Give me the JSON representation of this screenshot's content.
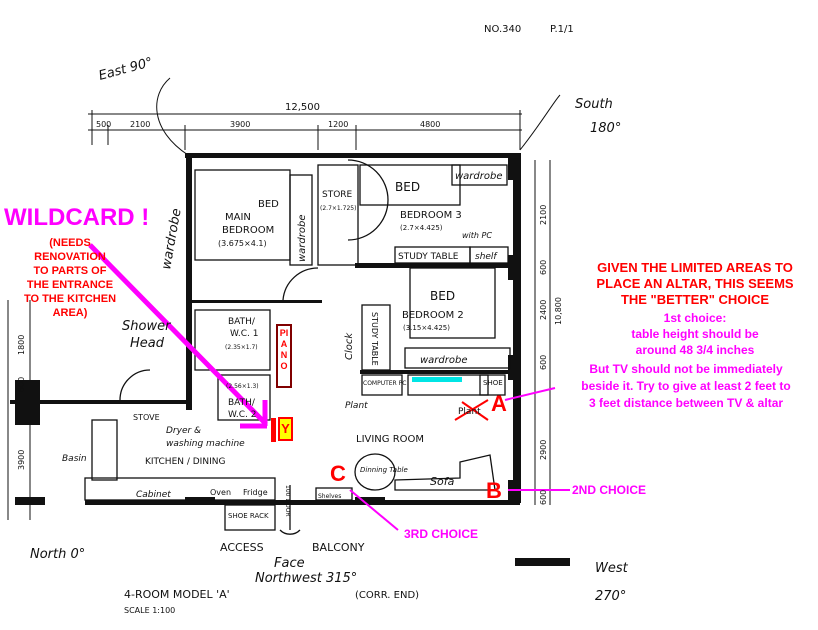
{
  "header": {
    "doc_no": "NO.340",
    "page": "P.1/1"
  },
  "compass": {
    "east": "East 90°",
    "south": "South",
    "south_deg": "180°",
    "north": "North 0°",
    "west": "West",
    "west_deg": "270°",
    "facing": "Face",
    "facing_dir": "Northwest 315°"
  },
  "dimensions": {
    "top_total": "12,500",
    "top": [
      "500",
      "2100",
      "3900",
      "1200",
      "4800"
    ],
    "left": [
      "1800",
      "600",
      "3900"
    ],
    "right": [
      "2100",
      "600",
      "2400",
      "600",
      "2900",
      "600"
    ],
    "right_total": "10,800"
  },
  "rooms": {
    "main_bedroom": "MAIN",
    "main_bedroom2": "BEDROOM",
    "main_bedroom_size": "(3.675×4.1)",
    "main_bed": "BED",
    "wardrobe_left": "wardrobe",
    "wardrobe_main": "wardrobe",
    "store": "STORE",
    "store_size": "(2.7×1.725)",
    "bed3": "BED",
    "wardrobe3": "wardrobe",
    "bedroom3": "BEDROOM 3",
    "bedroom3_size": "(2.7×4.425)",
    "with_pc": "with PC",
    "study_table3": "STUDY TABLE",
    "shelf": "shelf",
    "bed2": "BED",
    "bedroom2": "BEDROOM 2",
    "bedroom2_size": "(3.15×4.425)",
    "study_table2": "STUDY TABLE",
    "clock": "Clock",
    "wardrobe2": "wardrobe",
    "computer": "COMPUTER PC",
    "shoe": "SHOE",
    "plant": "Plant",
    "plant_crossed": "Plant",
    "living_room": "LIVING ROOM",
    "dining_table": "Dinning Table",
    "sofa": "Sofa",
    "shower": "Shower",
    "shower2": "Head",
    "bath1": "BATH/",
    "bath1b": "W.C. 1",
    "bath1_size": "(2.35×1.7)",
    "bath2_size": "(2.56×1.3)",
    "bath2": "BATH/",
    "bath2b": "W.C. 2",
    "stove": "STOVE",
    "dryer": "Dryer &",
    "washer": "washing machine",
    "kitchen": "KITCHEN / DINING",
    "basin": "Basin",
    "cabinet": "Cabinet",
    "oven": "Oven",
    "fridge": "Fridge",
    "shoe_rack": "SHOE RACK",
    "door": "100 DOOR",
    "shelves": "Shelves",
    "access": "ACCESS",
    "balcony": "BALCONY"
  },
  "title_block": {
    "model": "4-ROOM MODEL 'A'",
    "corr": "(CORR. END)",
    "scale": "SCALE 1:100"
  },
  "annotations": {
    "wildcard": "WILDCARD !",
    "wildcard_note": [
      "(NEEDS",
      "RENOVATION",
      "TO PARTS OF",
      "THE ENTRANCE",
      "TO THE KITCHEN",
      "AREA)"
    ],
    "piano": "PIANO",
    "y_marker": "Y",
    "given": [
      "GIVEN THE LIMITED AREAS TO",
      "PLACE AN ALTAR, THIS SEEMS",
      "THE \"BETTER\" CHOICE"
    ],
    "first": [
      "1st choice:",
      "table height should be",
      "around 48 3/4 inches"
    ],
    "tv": [
      "But TV should not be immediately",
      "beside it. Try to give at least 2 feet to",
      "3 feet distance between TV & altar"
    ],
    "a": "A",
    "b": "B",
    "c": "C",
    "second": "2ND CHOICE",
    "third": "3RD CHOICE"
  },
  "colors": {
    "red": "#ff0000",
    "magenta": "#ff00ff",
    "yellow": "#ffff00",
    "cyan": "#00e5e5",
    "piano_border": "#800000"
  }
}
